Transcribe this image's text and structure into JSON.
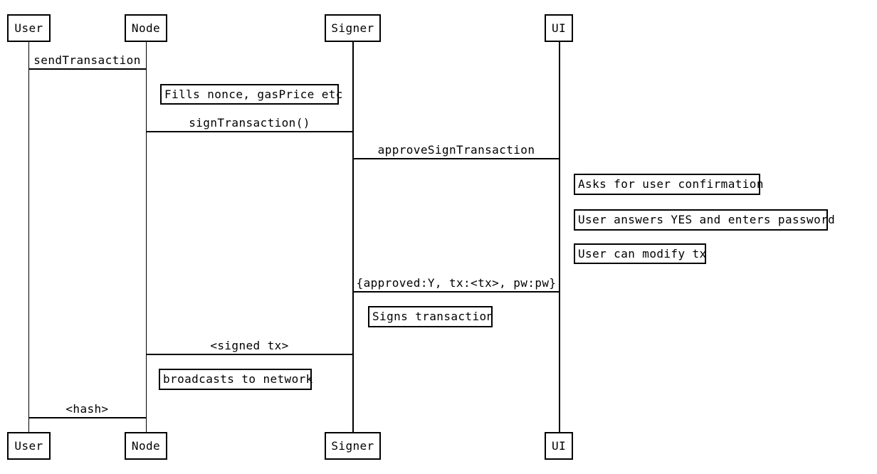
{
  "diagram": {
    "type": "sequence-diagram",
    "colors": {
      "line": "#000000",
      "background": "#ffffff",
      "text": "#000000"
    },
    "actors": [
      {
        "id": "user",
        "label": "User"
      },
      {
        "id": "node",
        "label": "Node"
      },
      {
        "id": "signer",
        "label": "Signer"
      },
      {
        "id": "ui",
        "label": "UI"
      }
    ],
    "messages": [
      {
        "from": "User",
        "to": "Node",
        "label": "sendTransaction"
      },
      {
        "from": "Node",
        "to": "Signer",
        "label": "signTransaction()"
      },
      {
        "from": "Signer",
        "to": "UI",
        "label": "approveSignTransaction"
      },
      {
        "from": "UI",
        "to": "Signer",
        "label": "{approved:Y, tx:<tx>, pw:pw}"
      },
      {
        "from": "Signer",
        "to": "Node",
        "label": "<signed tx>"
      },
      {
        "from": "Node",
        "to": "User",
        "label": "<hash>"
      }
    ],
    "notes": [
      {
        "actor": "Node",
        "label": "Fills nonce, gasPrice etc"
      },
      {
        "actor": "UI",
        "label": "Asks for user confirmation"
      },
      {
        "actor": "UI",
        "label": "User answers YES and enters password"
      },
      {
        "actor": "UI",
        "label": "User can modify tx"
      },
      {
        "actor": "Signer",
        "label": "Signs transaction"
      },
      {
        "actor": "Node",
        "label": "broadcasts to network"
      }
    ]
  }
}
